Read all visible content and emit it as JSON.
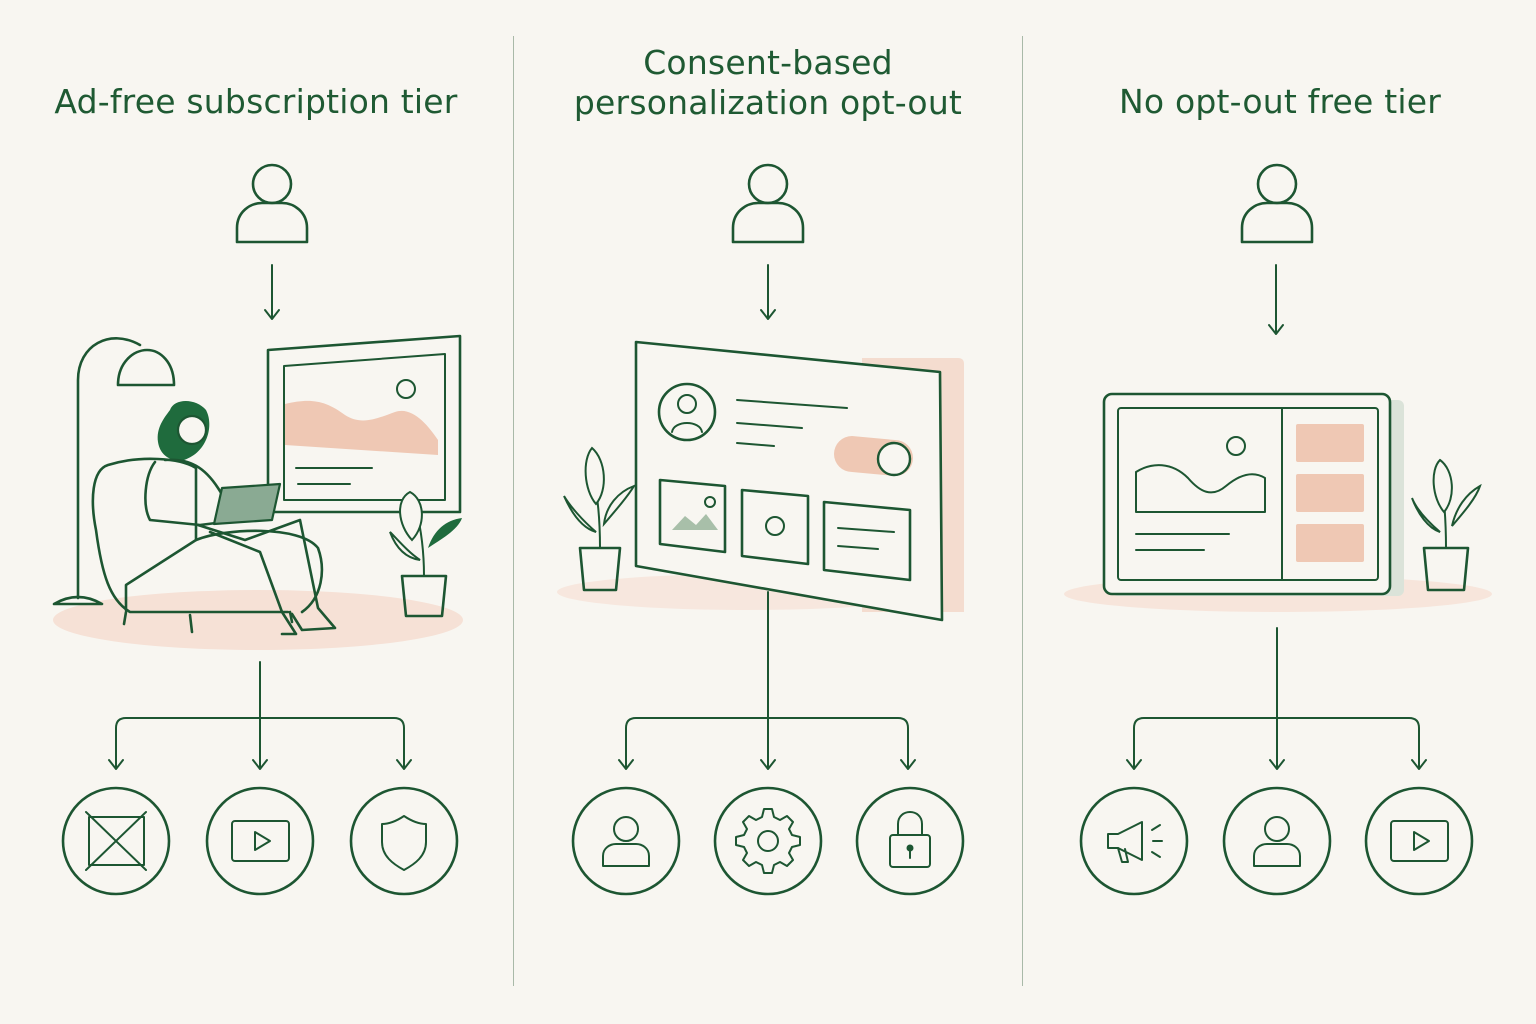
{
  "panels": [
    {
      "title_lines": [
        "Ad-free subscription tier"
      ],
      "scene": "person reading tablet in armchair",
      "icons": [
        "ad-blocked-icon",
        "video-play-icon",
        "shield-icon"
      ]
    },
    {
      "title_lines": [
        "Consent-based",
        "personalization opt-out"
      ],
      "scene": "consent dashboard with toggle",
      "icons": [
        "user-icon",
        "gear-icon",
        "lock-icon"
      ]
    },
    {
      "title_lines": [
        "No opt-out free tier"
      ],
      "scene": "tablet with ad sidebar",
      "icons": [
        "megaphone-icon",
        "user-icon",
        "video-play-icon"
      ]
    }
  ],
  "colors": {
    "background": "#f8f6f1",
    "line": "#1d5632",
    "title": "#1f5a33",
    "accent": "#efc8b4",
    "accent_soft": "#f4dccf",
    "divider": "#a9b9a8"
  }
}
